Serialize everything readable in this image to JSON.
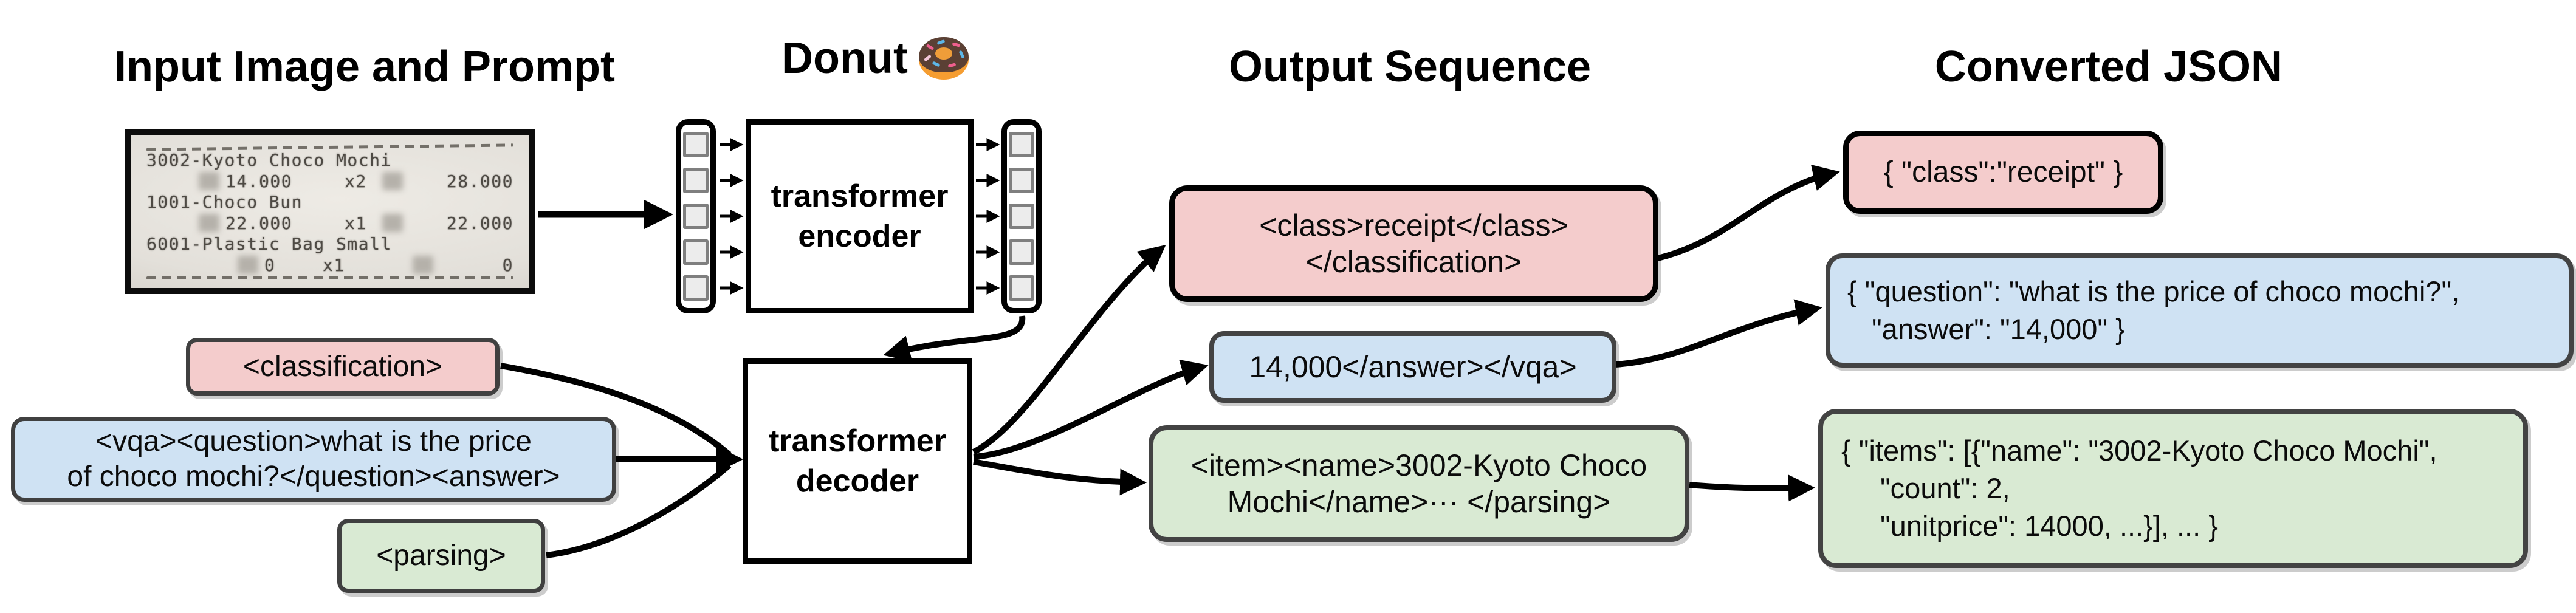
{
  "titles": {
    "input": "Input Image and Prompt",
    "model": "Donut",
    "output": "Output Sequence",
    "json": "Converted JSON"
  },
  "receipt": {
    "item1": "3002-Kyoto Choco Mochi",
    "row1": {
      "price": "14.000",
      "qty": "x2",
      "total": "28.000"
    },
    "item2": "1001-Choco Bun",
    "row2": {
      "price": "22.000",
      "qty": "x1",
      "total": "22.000"
    },
    "item3": "6001-Plastic Bag Small",
    "row3": {
      "price": "0",
      "qty": "x1",
      "total": "0"
    }
  },
  "model": {
    "encoder_line1": "transformer",
    "encoder_line2": "encoder",
    "decoder_line1": "transformer",
    "decoder_line2": "decoder"
  },
  "prompts": {
    "classification": "<classification>",
    "vqa_line1": "<vqa><question>what is the price",
    "vqa_line2": "of choco mochi?</question><answer>",
    "parsing": "<parsing>"
  },
  "outputs": {
    "classification_line1": "<class>receipt</class>",
    "classification_line2": "</classification>",
    "vqa": "14,000</answer></vqa>",
    "parsing_line1": "<item><name>3002-Kyoto Choco",
    "parsing_line2": "Mochi</name>··· </parsing>"
  },
  "json": {
    "classification": "{ \"class\":\"receipt\" }",
    "vqa_line1": "{ \"question\": \"what is the price of choco mochi?\",",
    "vqa_line2": "\"answer\": \"14,000\" }",
    "parsing_line1": "{ \"items\": [{\"name\": \"3002-Kyoto Choco Mochi\",",
    "parsing_line2": "\"count\": 2,",
    "parsing_line3": "\"unitprice\": 14000, ...}], ... }"
  },
  "colors": {
    "pink": "#f4cccc",
    "blue": "#cfe2f3",
    "green": "#d9ead3",
    "arrow": "#000000"
  }
}
